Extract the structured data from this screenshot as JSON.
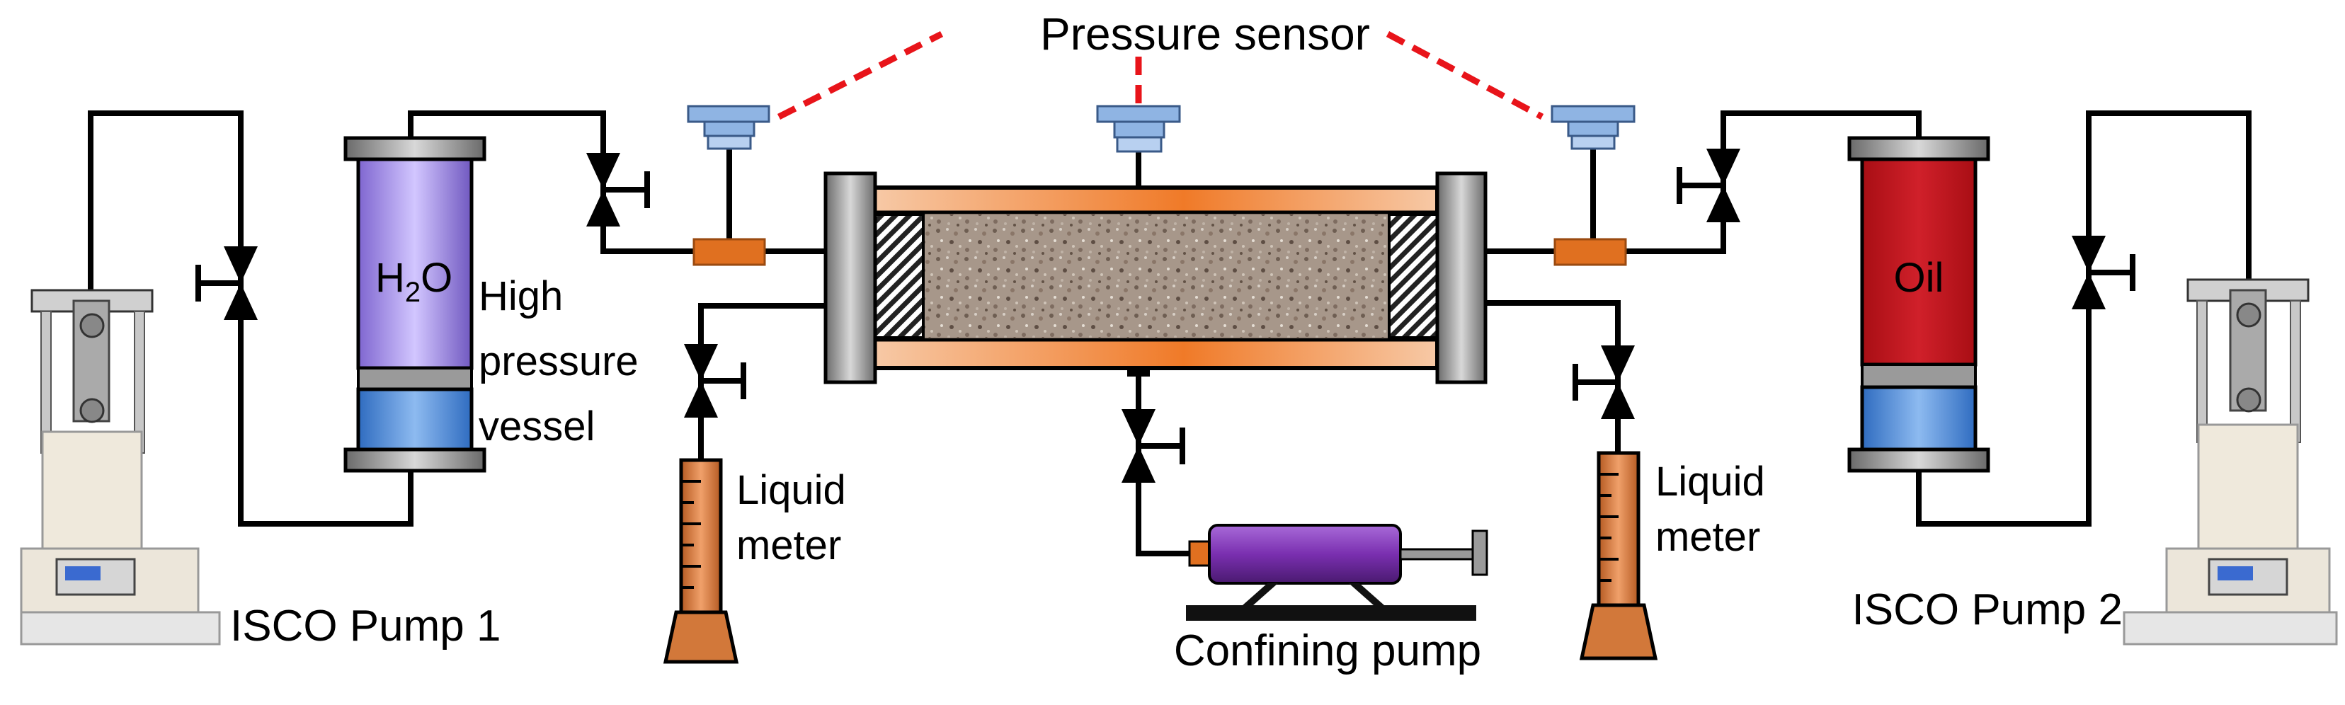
{
  "labels": {
    "pressure_sensor": "Pressure sensor",
    "water": "H",
    "water_sub": "2",
    "water_tail": "O",
    "oil": "Oil",
    "vessel_line1": "High",
    "vessel_line2": "pressure",
    "vessel_line3": "vessel",
    "left_meter_line1": "Liquid",
    "left_meter_line2": "meter",
    "right_meter_line1": "Liquid",
    "right_meter_line2": "meter",
    "confining_pump": "Confining pump",
    "pump1": "ISCO Pump 1",
    "pump2": "ISCO Pump 2"
  },
  "colors": {
    "pipe": "#000000",
    "sensor": "#8fb4e3",
    "sensor_dash": "#e8141a",
    "connector": "#e07020",
    "water_top": "#c8b8ff",
    "water_mid": "#8a6fd6",
    "piston_blue": "#4a86d6",
    "oil": "#c0141a",
    "core_frame": "#f6c8a8",
    "core_rock": "#a08a7a",
    "end_cap": "#9a9a9a",
    "syringe": "#7a2fb0",
    "meter": "#d2783a"
  }
}
